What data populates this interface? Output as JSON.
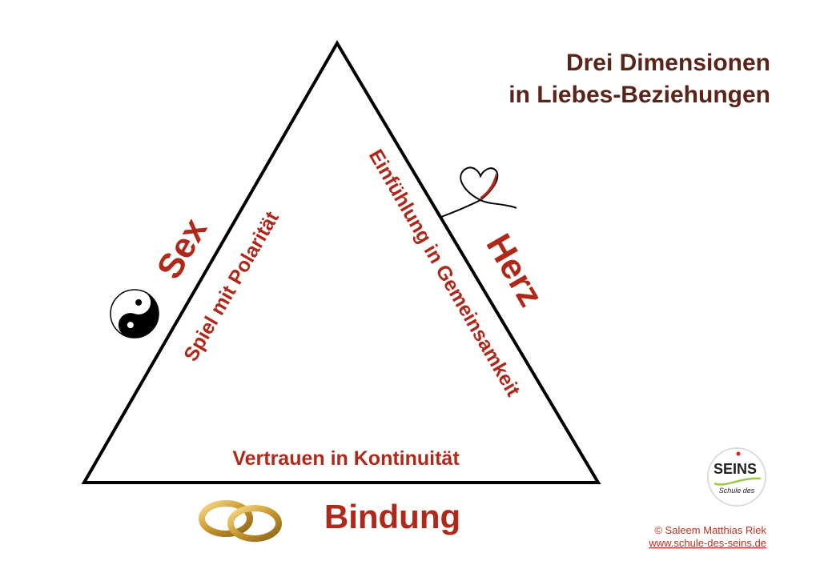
{
  "title": {
    "line1": "Drei Dimensionen",
    "line2": "in Liebes-Beziehungen"
  },
  "left": {
    "label": "Sex",
    "description": "Spiel mit Polarität",
    "icon": "yin-yang-icon"
  },
  "right": {
    "label": "Herz",
    "description": "Einfühlung in Gemeinsamkeit",
    "icon": "heart-icon"
  },
  "bottom": {
    "label": "Bindung",
    "description": "Vertrauen in Kontinuität",
    "icon": "wedding-rings-icon"
  },
  "logo": {
    "top": "SEINS",
    "bottom": "Schule des"
  },
  "footer": {
    "copyright": "© Saleem Matthias Riek",
    "url": "www.schule-des-seins.de"
  },
  "colors": {
    "accent": "#b0281a",
    "title": "#5a2418"
  }
}
